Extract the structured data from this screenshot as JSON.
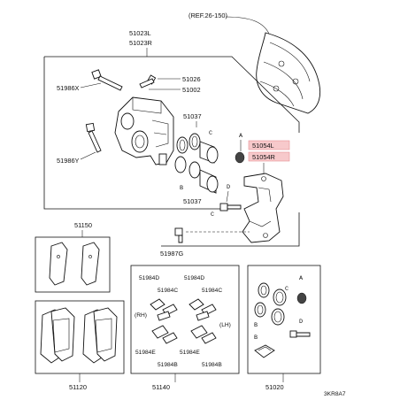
{
  "ref_label": "(REF.26-150)",
  "diagram_code": "3KR8A7",
  "highlight_color": "#f7c9cb",
  "labels": {
    "caliper_l": "51023L",
    "caliper_r": "51023R",
    "bleeder_screw": "51026",
    "bleeder_cap": "51002",
    "pin_bolt_x": "51986X",
    "pin_bolt_y": "51986Y",
    "seal_kit_top": "51037",
    "seal_kit_bottom": "51037",
    "support_l": "51054L",
    "support_r": "51054R",
    "bolt_z": "51987G",
    "shim_kit": "51150",
    "pad_set": "51120",
    "clip_kit": "51140",
    "seal_kit_box": "51020",
    "clip_a1": "51984D",
    "clip_a2": "51984D",
    "clip_b1": "51984C",
    "clip_b2": "51984C",
    "clip_c1": "51984E",
    "clip_c2": "51984E",
    "clip_d1": "51984B",
    "clip_d2": "51984B",
    "rh": "(RH)",
    "lh": "(LH)"
  },
  "markers": {
    "a_top": "A",
    "b_top": "B",
    "c_top": "C",
    "d_top": "D",
    "a_box": "A",
    "b_box1": "B",
    "b_box2": "B",
    "c_box": "C",
    "d_box": "D"
  }
}
